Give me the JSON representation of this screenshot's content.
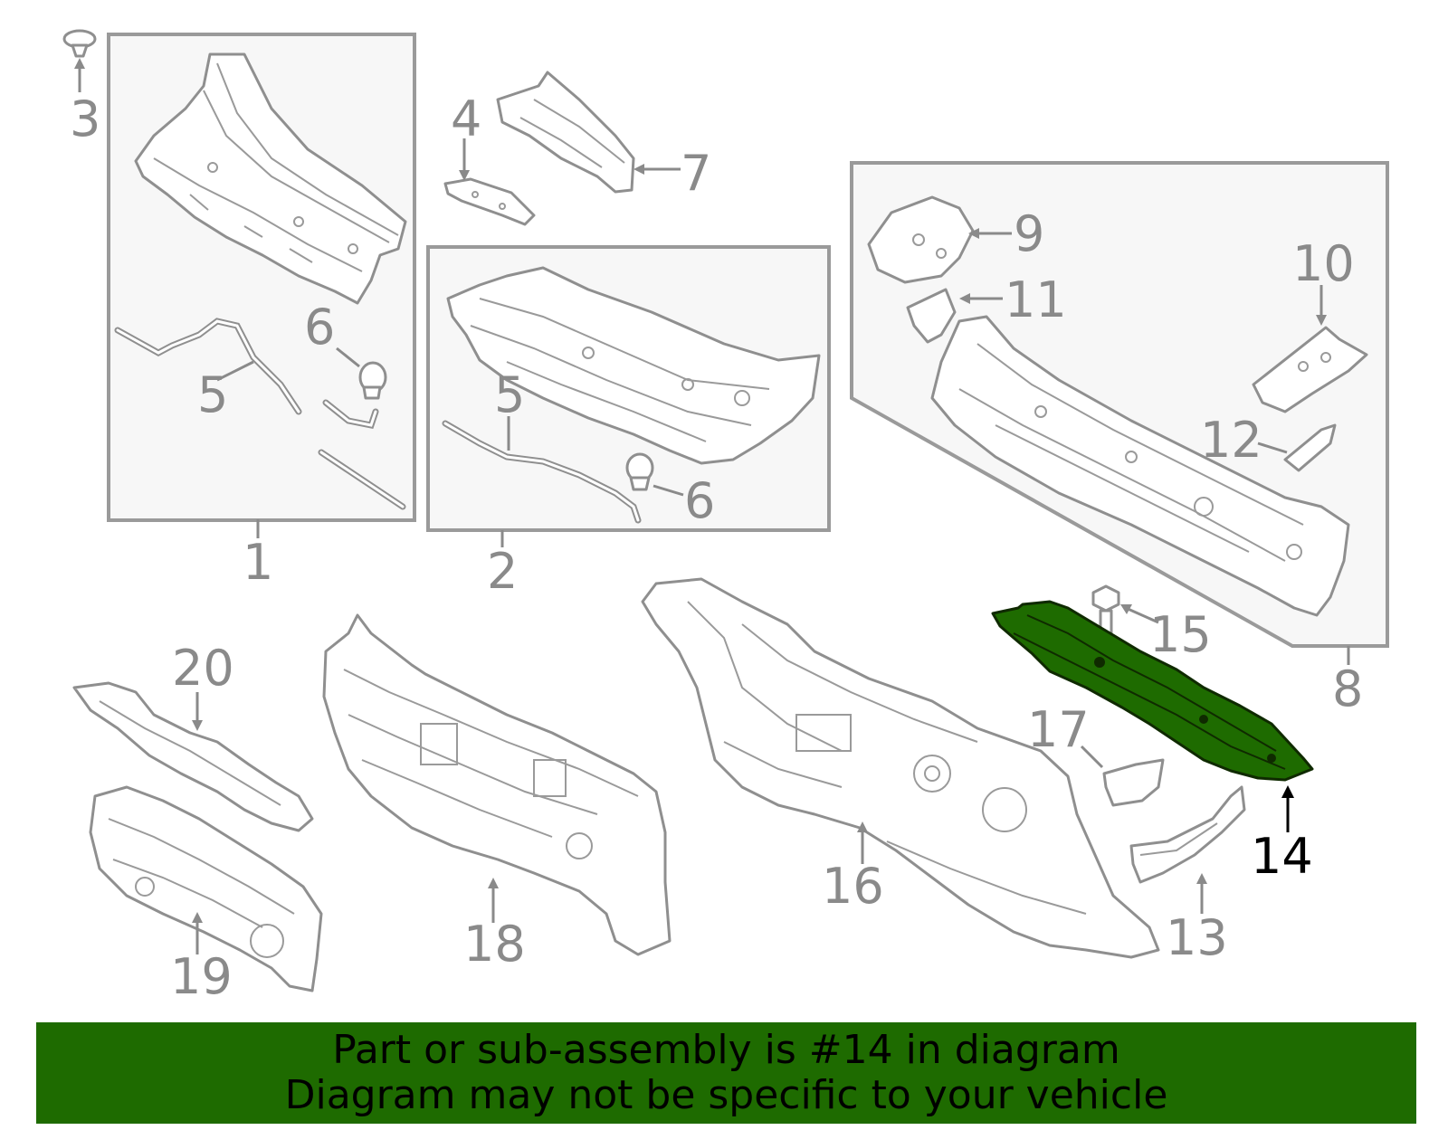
{
  "labels": {
    "l1": "1",
    "l2": "2",
    "l3": "3",
    "l4": "4",
    "l5a": "5",
    "l5b": "5",
    "l6a": "6",
    "l6b": "6",
    "l7": "7",
    "l8": "8",
    "l9": "9",
    "l10": "10",
    "l11": "11",
    "l12": "12",
    "l13": "13",
    "l14": "14",
    "l15": "15",
    "l16": "16",
    "l17": "17",
    "l18": "18",
    "l19": "19",
    "l20": "20"
  },
  "highlighted_part": "14",
  "colors": {
    "highlight": "#1e6b00",
    "outline": "#8f8f8f",
    "banner": "#1e6b00"
  },
  "banner": {
    "line1": "Part or sub-assembly is #14 in diagram",
    "line2": "Diagram may not be specific to your vehicle"
  }
}
